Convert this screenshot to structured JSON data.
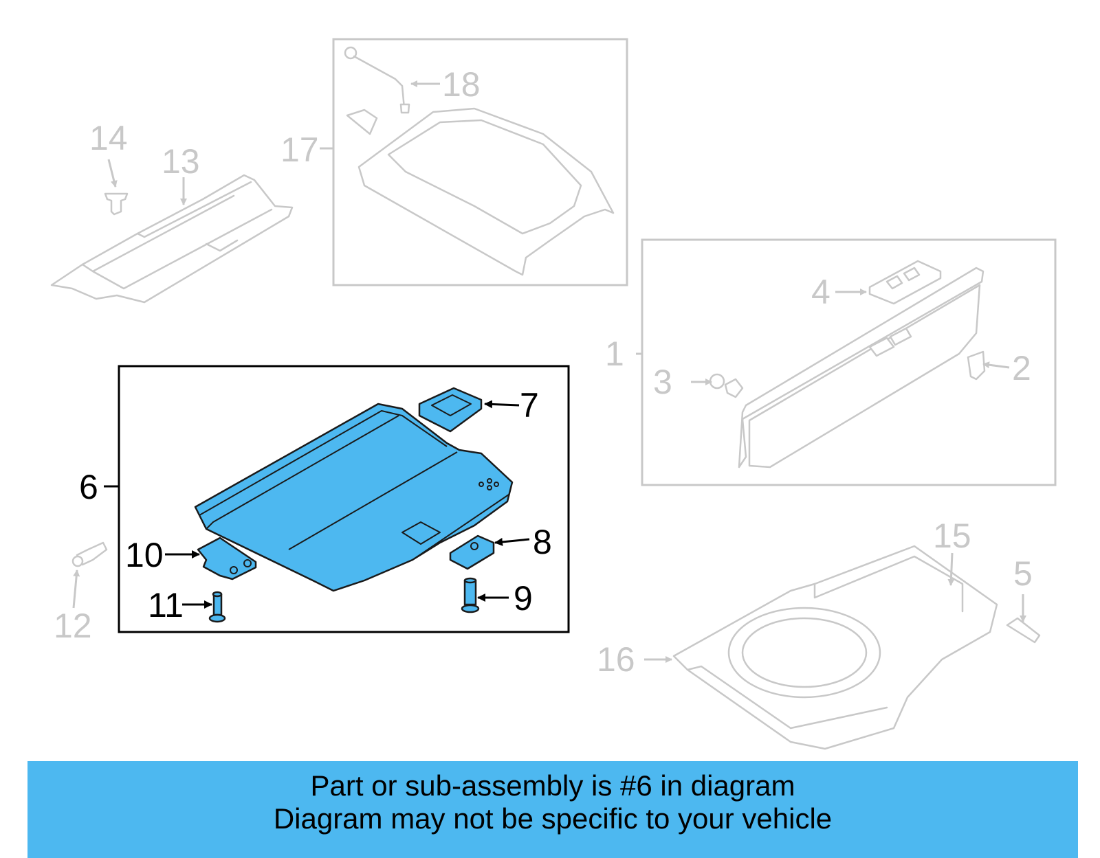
{
  "labels": {
    "l1": "1",
    "l2": "2",
    "l3": "3",
    "l4": "4",
    "l5": "5",
    "l6": "6",
    "l7": "7",
    "l8": "8",
    "l9": "9",
    "l10": "10",
    "l11": "11",
    "l12": "12",
    "l13": "13",
    "l14": "14",
    "l15": "15",
    "l16": "16",
    "l17": "17",
    "l18": "18"
  },
  "highlight_color": "#4db8f0",
  "banner": {
    "line1": "Part or sub-assembly is #6 in diagram",
    "line2": "Diagram may not be specific to your vehicle"
  }
}
